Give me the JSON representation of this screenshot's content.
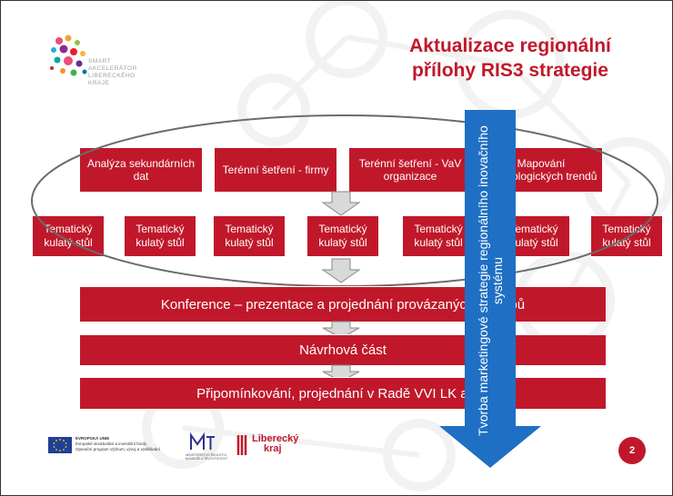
{
  "title_line1": "Aktualizace regionální",
  "title_line2": "přílohy RIS3 strategie",
  "logo": {
    "lines": [
      "SMART",
      "AKCELERÁTOR",
      "LIBERECKÉHO",
      "KRAJE"
    ]
  },
  "row1": [
    {
      "text": "Analýza sekundárních dat"
    },
    {
      "text": "Terénní šetření - firmy"
    },
    {
      "text": "Terénní šetření - VaV organizace"
    },
    {
      "text": "Mapování technologických trendů"
    }
  ],
  "row2": [
    {
      "text": "Tematický kulatý stůl"
    },
    {
      "text": "Tematický kulatý stůl"
    },
    {
      "text": "Tematický kulatý stůl"
    },
    {
      "text": "Tematický kulatý stůl"
    },
    {
      "text": "Tematický kulatý stůl"
    },
    {
      "text": "Tematický kulatý stůl"
    },
    {
      "text": "Tematický kulatý stůl"
    }
  ],
  "bars": {
    "konference": "Konference – prezentace a projednání provázaných výstupů",
    "navrhova": "Návrhová část",
    "pripominkovani": "Připomínkování, projednání v Radě VVI LK a ZK"
  },
  "vertical_arrow": {
    "text": "Tvorba marketingové strategie regionálního inovačního systému"
  },
  "footer": {
    "eu_text": [
      "EVROPSKÁ UNIE",
      "Evropské strukturální a investiční fondy",
      "Operační program Výzkum, vývoj a vzdělávání"
    ],
    "msmt_text": [
      "MINISTERSTVO ŠKOLSTVÍ,",
      "MLÁDEŽE A TĚLOVÝCHOVY"
    ],
    "kraj_line1": "Liberecký",
    "kraj_line2": "kraj"
  },
  "page_number": "2",
  "colors": {
    "brand_red": "#c0182a",
    "arrow_blue": "#1f6fc4",
    "gray_arrow": "#d9d9d9"
  }
}
